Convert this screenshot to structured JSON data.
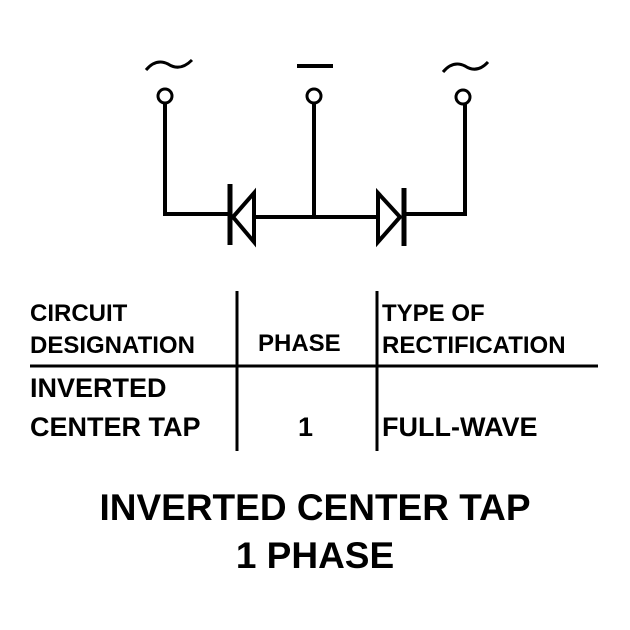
{
  "terminals": {
    "left": "~",
    "center": "−",
    "right": "~"
  },
  "table": {
    "headers": {
      "circuit_line1": "CIRCUIT",
      "circuit_line2": "DESIGNATION",
      "phase": "PHASE",
      "type_line1": "TYPE OF",
      "type_line2": "RECTIFICATION"
    },
    "row": {
      "circuit_line1": "INVERTED",
      "circuit_line2": "CENTER TAP",
      "phase": "1",
      "type": "FULL-WAVE"
    }
  },
  "title": {
    "line1": "INVERTED CENTER TAP",
    "line2": "1 PHASE"
  }
}
